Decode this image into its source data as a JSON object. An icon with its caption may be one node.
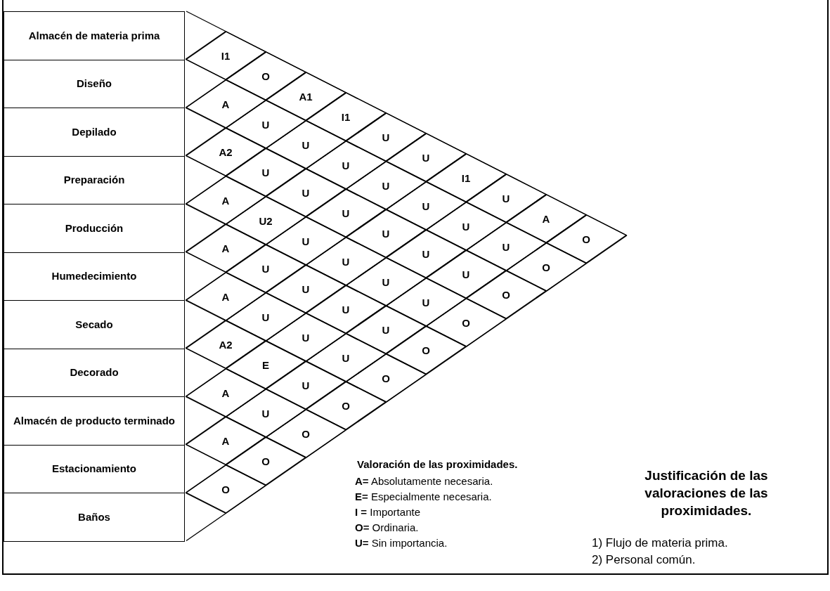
{
  "diagram": {
    "nodes": [
      {
        "text": [
          "Almacén de materia prima"
        ]
      },
      {
        "text": [
          "Diseño"
        ]
      },
      {
        "text": [
          "Depilado"
        ]
      },
      {
        "text": [
          "Preparación"
        ]
      },
      {
        "text": [
          "Producción"
        ]
      },
      {
        "text": [
          "Humedecimiento"
        ]
      },
      {
        "text": [
          "Secado"
        ]
      },
      {
        "text": [
          "Decorado"
        ]
      },
      {
        "text": [
          "Almacén de producto terminado"
        ]
      },
      {
        "text": [
          "Estacionamiento"
        ]
      },
      {
        "text": [
          "Baños"
        ]
      },
      {
        "text": [
          "I1"
        ]
      },
      {
        "text": [
          "O"
        ]
      },
      {
        "text": [
          "A1"
        ]
      },
      {
        "text": [
          "I1"
        ]
      },
      {
        "text": [
          "U"
        ]
      },
      {
        "text": [
          "U"
        ]
      },
      {
        "text": [
          "I1"
        ]
      },
      {
        "text": [
          "U"
        ]
      },
      {
        "text": [
          "A"
        ]
      },
      {
        "text": [
          "O"
        ]
      },
      {
        "text": [
          "A"
        ]
      },
      {
        "text": [
          "U"
        ]
      },
      {
        "text": [
          "U"
        ]
      },
      {
        "text": [
          "U"
        ]
      },
      {
        "text": [
          "U"
        ]
      },
      {
        "text": [
          "U"
        ]
      },
      {
        "text": [
          "U"
        ]
      },
      {
        "text": [
          "U"
        ]
      },
      {
        "text": [
          "O"
        ]
      },
      {
        "text": [
          "A2"
        ]
      },
      {
        "text": [
          "U"
        ]
      },
      {
        "text": [
          "U"
        ]
      },
      {
        "text": [
          "U"
        ]
      },
      {
        "text": [
          "U"
        ]
      },
      {
        "text": [
          "U"
        ]
      },
      {
        "text": [
          "U"
        ]
      },
      {
        "text": [
          "O"
        ]
      },
      {
        "text": [
          "A"
        ]
      },
      {
        "text": [
          "U2"
        ]
      },
      {
        "text": [
          "U"
        ]
      },
      {
        "text": [
          "U"
        ]
      },
      {
        "text": [
          "U"
        ]
      },
      {
        "text": [
          "U"
        ]
      },
      {
        "text": [
          "O"
        ]
      },
      {
        "text": [
          "A"
        ]
      },
      {
        "text": [
          "U"
        ]
      },
      {
        "text": [
          "U"
        ]
      },
      {
        "text": [
          "U"
        ]
      },
      {
        "text": [
          "U"
        ]
      },
      {
        "text": [
          "O"
        ]
      },
      {
        "text": [
          "A"
        ]
      },
      {
        "text": [
          "U"
        ]
      },
      {
        "text": [
          "U"
        ]
      },
      {
        "text": [
          "U"
        ]
      },
      {
        "text": [
          "O"
        ]
      },
      {
        "text": [
          "A2"
        ]
      },
      {
        "text": [
          "E"
        ]
      },
      {
        "text": [
          "U"
        ]
      },
      {
        "text": [
          "O"
        ]
      },
      {
        "text": [
          "A"
        ]
      },
      {
        "text": [
          "U"
        ]
      },
      {
        "text": [
          "O"
        ]
      },
      {
        "text": [
          "A"
        ]
      },
      {
        "text": [
          "O"
        ]
      },
      {
        "text": [
          "O"
        ]
      }
    ],
    "labels": [
      "Valoración de las proximidades.",
      "**A=** Absolutamente necesaria.",
      "**E=** Especialmente necesaria.",
      "**I =** Importante",
      "**O=** Ordinaria.",
      "**U=** Sin importancia.",
      "Justificación de las valoraciones de las proximidades.",
      "1) Flujo de materia prima.",
      "2) Personal común."
    ]
  }
}
